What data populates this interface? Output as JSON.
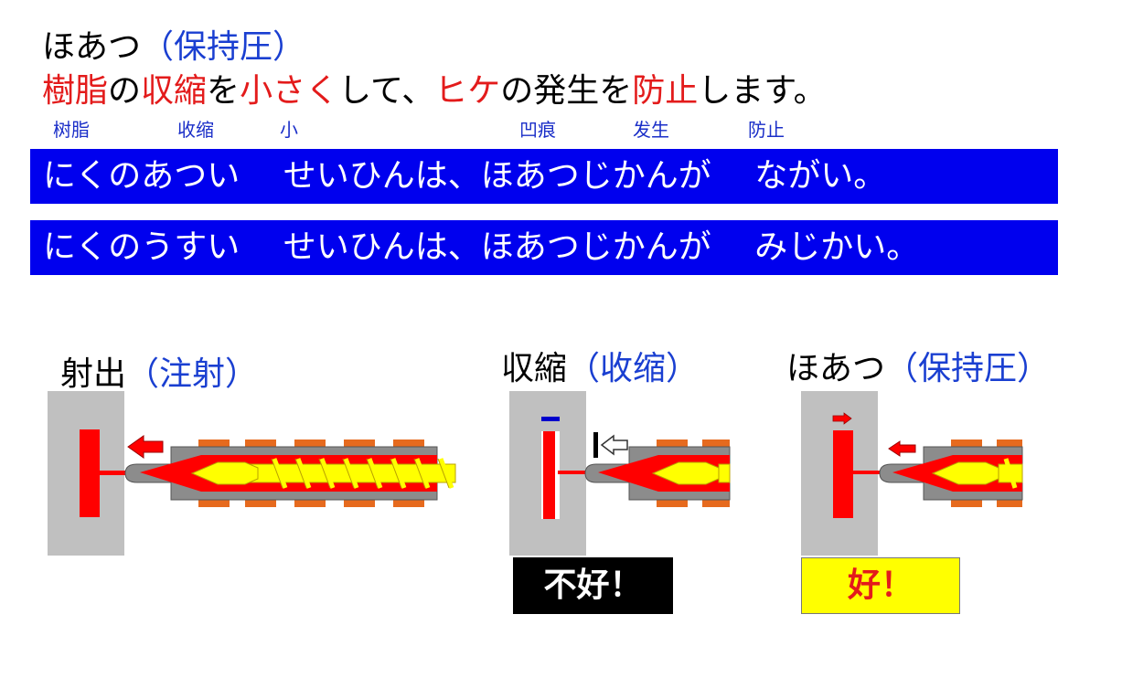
{
  "title": {
    "main": "ほあつ",
    "paren": "（保持圧）"
  },
  "sentence": {
    "p1": "樹脂",
    "p2": "の",
    "p3": "収縮",
    "p4": "を",
    "p5": "小さく",
    "p6": "して、",
    "p7": "ヒケ",
    "p8": "の発生を",
    "p9": "防止",
    "p10": "します。"
  },
  "glosses": {
    "g1": "树脂",
    "g2": "收缩",
    "g3": "小",
    "g4": "凹痕",
    "g5": "发生",
    "g6": "防止"
  },
  "bars": {
    "thick": {
      "a": "にくのあつい",
      "b": "せいひんは、ほあつじかんが",
      "c": "ながい。"
    },
    "thin": {
      "a": "にくのうすい",
      "b": "せいひんは、ほあつじかんが",
      "c": "みじかい。"
    }
  },
  "panels": {
    "injection": {
      "main": "射出",
      "paren": "（注射）"
    },
    "shrink": {
      "main": "収縮",
      "paren": "（收缩）"
    },
    "hold": {
      "main": "ほあつ",
      "paren": "（保持圧）"
    }
  },
  "verdicts": {
    "bad": "不好！",
    "good": "好！"
  },
  "colors": {
    "resin": "#ff0000",
    "screw": "#ffff00",
    "mold": "#c0c0c0",
    "heater": "#e66a1e",
    "bar": "#0000ee",
    "paren": "#1a3fd1"
  }
}
